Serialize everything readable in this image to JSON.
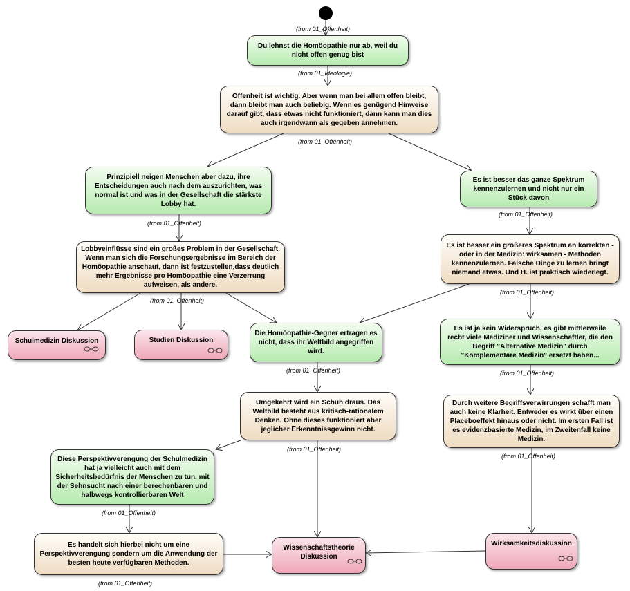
{
  "caption_offenheit": "(from 01_Offenheit)",
  "caption_ideologie": "(from 01_Ideologie)",
  "nodes": {
    "n1": "Du lehnst die Homöopathie nur ab, weil du nicht offen genug bist",
    "n2": "Offenheit ist wichtig. Aber wenn man bei allem offen bleibt, dann bleibt man auch beliebig. Wenn es genügend Hinweise darauf gibt, dass etwas nicht funktioniert, dann kann man dies auch irgendwann als gegeben annehmen.",
    "n3": "Prinzipiell neigen Menschen aber dazu, ihre Entscheidungen auch nach dem auszurichten, was normal ist und was in der Gesellschaft die stärkste Lobby hat.",
    "n4": "Es ist besser das ganze Spektrum kennenzulernen und nicht nur ein Stück davon",
    "n5": "Lobbyeinflüsse sind ein großes Problem in der Gesellschaft. Wenn man sich die Forschungsergebnisse im Bereich der Homöopathie anschaut, dann ist festzustellen,dass deutlich mehr Ergebnisse pro Homöopathie eine Verzerrung aufweisen, als andere.",
    "n6": "Es ist besser ein größeres Spektrum an korrekten - oder in der Medizin: wirksamen - Methoden kennenzulernen. Falsche Dinge zu lernen bringt niemand etwas. Und H. ist praktisch wiederlegt.",
    "n7": "Schulmedizin Diskussion",
    "n8": "Studien Diskussion",
    "n9": "Die Homöopathie-Gegner ertragen es nicht, dass ihr Weltbild angegriffen wird.",
    "n10": "Es ist ja kein Widerspruch, es gibt mittlerweile recht viele Mediziner und Wissenschaftler, die den Begriff \"Alternative Medizin\" durch \"Komplementäre Medizin\" ersetzt haben...",
    "n11": "Umgekehrt wird ein Schuh draus. Das Weltbild besteht aus kritisch-rationalem Denken. Ohne dieses funktioniert aber jeglicher Erkenntnissgewinn nicht.",
    "n12": "Durch weitere Begriffsverwirrungen schafft man auch keine Klarheit. Entweder es wirkt über einen Placeboeffekt hinaus oder nicht. Im ersten Fall ist es evidenzbasierte Medizin, im Zweitenfall keine Medizin.",
    "n13": "Diese Perspektivverengung der Schulmedizin hat ja vielleicht auch mit dem Sicherheitsbedürfnis der Menschen zu tun, mit der Sehnsucht nach einer berechenbaren und halbwegs kontrollierbaren Welt",
    "n14": "Es handelt sich hierbei nicht um eine Perspektivverengung sondern um die Anwendung der besten heute verfügbaren Methoden.",
    "n15": "Wissenschaftstheorie Diskussion",
    "n16": "Wirksamkeitsdiskussion"
  }
}
